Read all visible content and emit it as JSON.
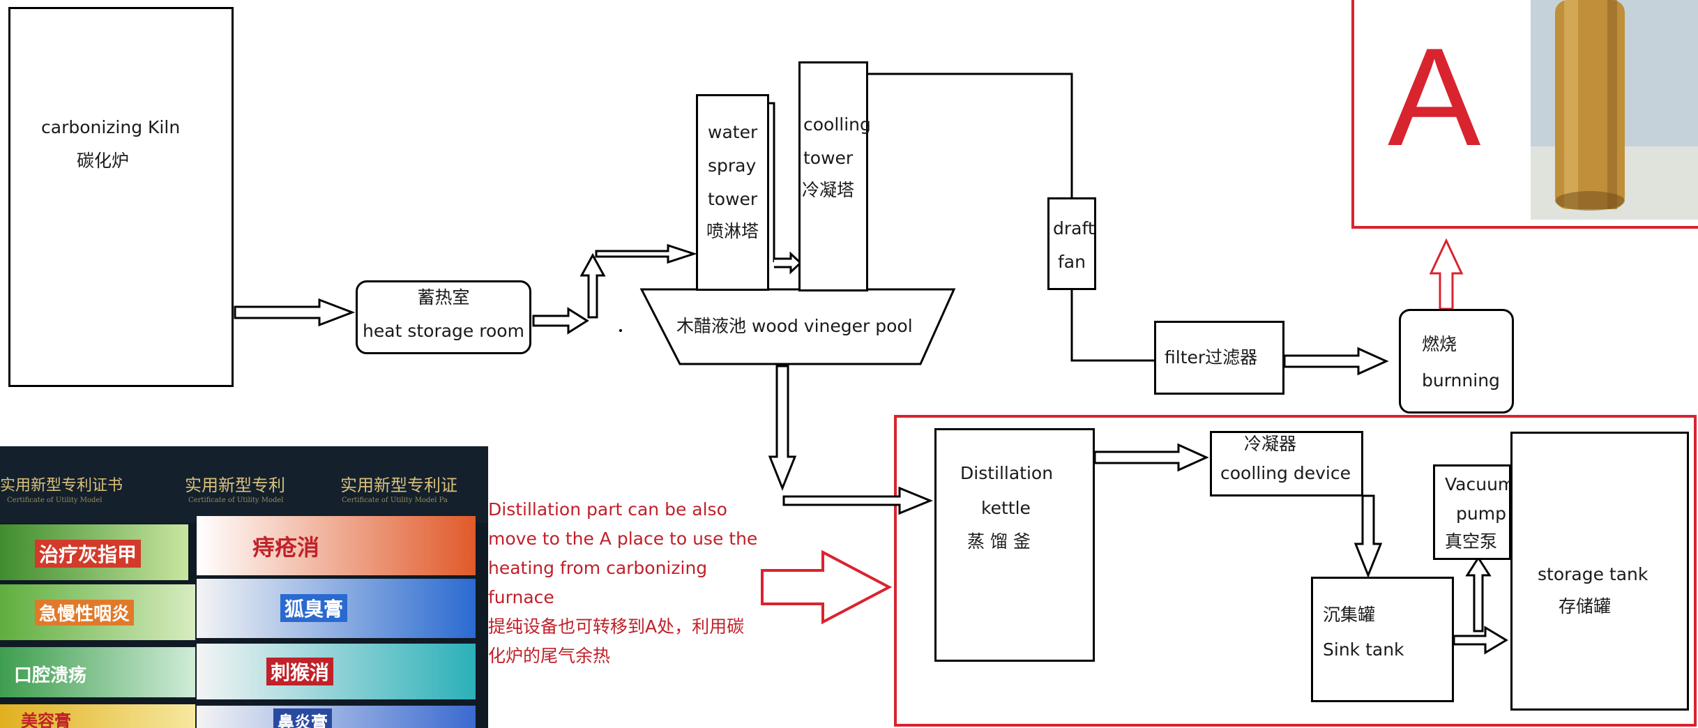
{
  "diagram": {
    "kiln": {
      "line1": "carbonizing Kiln",
      "line2": "碳化炉"
    },
    "heat_room": {
      "line1": "蓄热室",
      "line2": "heat storage room"
    },
    "spray_tower": {
      "l1": "water",
      "l2": "spray",
      "l3": "tower",
      "l4": "喷淋塔"
    },
    "cooling_tower": {
      "l1": "coolling",
      "l2": "tower",
      "l3": "冷凝塔"
    },
    "pool": {
      "label": "木醋液池 wood vineger pool"
    },
    "draft_fan": {
      "l1": "draft",
      "l2": "fan"
    },
    "filter": {
      "label": "filter过滤器"
    },
    "burning": {
      "l1": "燃烧",
      "l2": "burnning"
    },
    "a_box": {
      "label": "A"
    },
    "distillation_kettle": {
      "l1": "Distillation",
      "l2": "kettle",
      "l3": "蒸 馏 釜"
    },
    "cooling_device": {
      "l1": "冷凝器",
      "l2": "coolling device"
    },
    "vacuum_pump": {
      "l1": "Vacuum",
      "l2": "pump",
      "l3": "真空泵"
    },
    "sink_tank": {
      "l1": "沉集罐",
      "l2": "Sink tank"
    },
    "storage_tank": {
      "l1": "storage tank",
      "l2": "存储罐"
    },
    "note": {
      "line1": "Distillation part can be also",
      "line2": "move to the A place to use the",
      "line3": "heating from carbonizing",
      "line4": "furnace",
      "line5": "提纯设备也可转移到A处，利用碳",
      "line6": "化炉的尾气余热"
    },
    "photo_certificates": {
      "cert1": "实用新型专利证书",
      "cert2": "实用新型专利",
      "cert3": "实用新型专利证",
      "sub1": "Certificate of Utility Model",
      "sub2": "Certificate of Utility Model",
      "sub3": "Certificate of Utility Model Pa",
      "box1": "治疗灰指甲",
      "box2": "痔疮消",
      "box3": "急慢性咽炎",
      "box4": "狐臭膏",
      "box5": "口腔溃疡",
      "box6": "刺猴消",
      "box7": "鼻炎膏",
      "box8": "美容膏"
    },
    "colors": {
      "outline": "#000000",
      "highlight": "#d8242f",
      "note_text": "#c0202a"
    }
  }
}
